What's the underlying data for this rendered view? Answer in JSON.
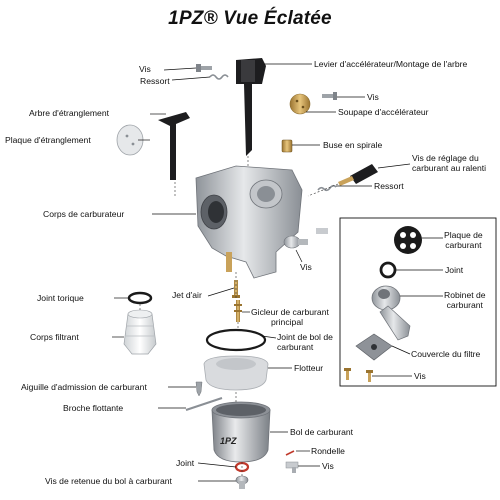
{
  "title": "1PZ® Vue Éclatée",
  "labels": {
    "vis_top": "Vis",
    "ressort_top": "Ressort",
    "levier": "Levier d'accélérateur/Montage de l'arbre",
    "vis_levier": "Vis",
    "soupape": "Soupape d'accélérateur",
    "arbre": "Arbre d'étranglement",
    "plaque_etr": "Plaque d'étranglement",
    "buse": "Buse en spirale",
    "vis_reglage_1": "Vis de réglage du",
    "vis_reglage_2": "carburant au ralenti",
    "ressort_mid": "Ressort",
    "corps": "Corps de carburateur",
    "vis_corps": "Vis",
    "plaque_carb_1": "Plaque de",
    "plaque_carb_2": "carburant",
    "joint_inset": "Joint",
    "robinet_1": "Robinet de",
    "robinet_2": "carburant",
    "couvercle": "Couvercle du filtre",
    "vis_inset": "Vis",
    "joint_torique": "Joint torique",
    "jet_air": "Jet d'air",
    "gicleur_1": "Gicleur de carburant",
    "gicleur_2": "principal",
    "joint_bol_1": "Joint de bol de",
    "joint_bol_2": "carburant",
    "corps_filtrant": "Corps filtrant",
    "flotteur": "Flotteur",
    "aiguille": "Aiguille d'admission de carburant",
    "broche": "Broche flottante",
    "bol": "Bol de carburant",
    "rondelle": "Rondelle",
    "joint_bottom": "Joint",
    "vis_bottom": "Vis",
    "vis_retenue": "Vis de retenue du bol à carburant"
  },
  "brand_on_bowl": "1PZ",
  "colors": {
    "text": "#111111",
    "metal_light": "#d9dbde",
    "metal_mid": "#a9adb2",
    "metal_dark": "#6f7379",
    "black_part": "#1d1d1f",
    "brass": "#c9a25a",
    "gasket": "#1a1a1a",
    "red_washer": "#c0392b"
  }
}
